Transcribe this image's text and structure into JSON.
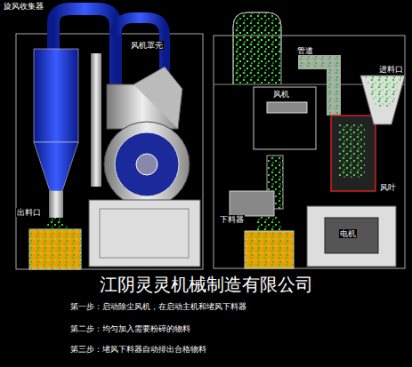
{
  "diagram": {
    "title": "江阴灵灵机械制造有限公司",
    "labels": [
      "旋风收集器",
      "风机罩壳",
      "出料口",
      "管道",
      "风机",
      "进料口",
      "风叶",
      "下料器",
      "电机",
      "第一步：启动除尘风机，在启动主机和堵风下料器",
      "第二步：均匀加入需要粉碎的物料",
      "第三步：堵风下料器自动排出合格物料"
    ]
  }
}
